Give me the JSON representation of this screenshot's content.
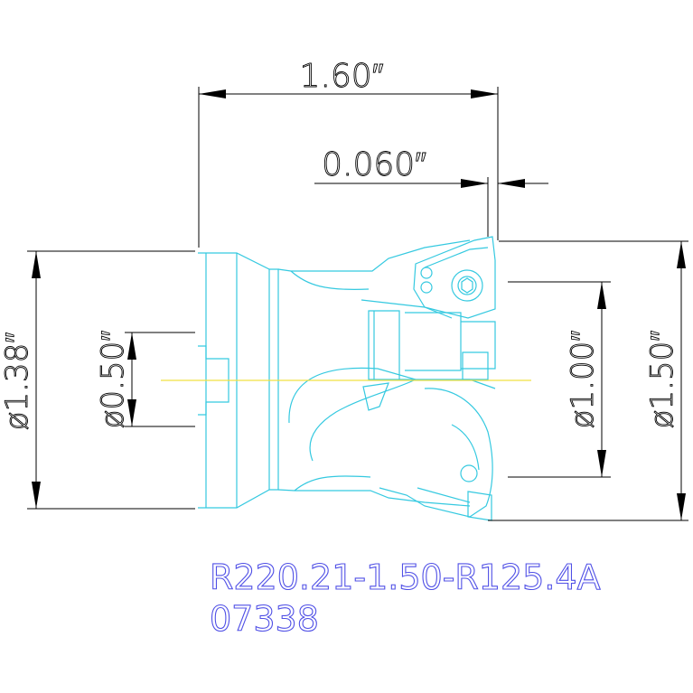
{
  "dimensions": {
    "overall_length": "1.60″",
    "offset": "0.060″",
    "shank_diameter": "ø1.38″",
    "bore_diameter": "ø0.50″",
    "pilot_diameter": "ø1.00″",
    "cutting_diameter": "ø1.50″"
  },
  "part": {
    "number": "R220.21-1.50-R125.4A",
    "code": "07338"
  },
  "colors": {
    "outline": "#35c9e0",
    "dimension": "#000000",
    "centerline": "#f0e040",
    "part_text": "#5050e6"
  }
}
